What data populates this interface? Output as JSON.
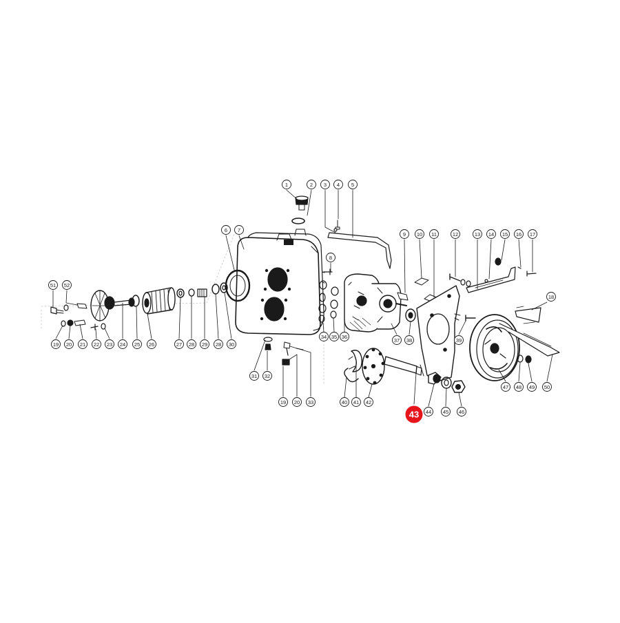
{
  "diagram": {
    "callouts": [
      "1",
      "2",
      "3",
      "4",
      "5",
      "6",
      "7",
      "8",
      "9",
      "10",
      "11",
      "12",
      "13",
      "14",
      "15",
      "16",
      "17",
      "18",
      "19",
      "20",
      "21",
      "22",
      "23",
      "24",
      "25",
      "26",
      "27",
      "28",
      "29",
      "28",
      "30",
      "31",
      "32",
      "19",
      "20",
      "33",
      "34",
      "35",
      "36",
      "37",
      "38",
      "39",
      "40",
      "41",
      "42",
      "43",
      "44",
      "45",
      "46",
      "47",
      "48",
      "49",
      "50",
      "51",
      "52"
    ],
    "highlighted": "43",
    "colors": {
      "line": "#1a1a1a",
      "highlight": "#e8141c",
      "highlight_text": "#ffffff",
      "background": "#ffffff"
    }
  }
}
